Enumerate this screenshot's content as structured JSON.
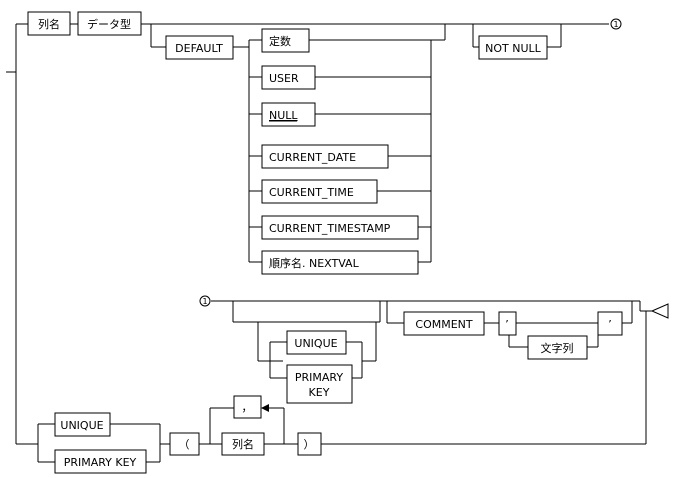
{
  "diagram": {
    "boxes": {
      "column_name": "列名",
      "data_type": "データ型",
      "default": "DEFAULT",
      "constant": "定数",
      "user": "USER",
      "null": "NULL",
      "current_date": "CURRENT_DATE",
      "current_time": "CURRENT_TIME",
      "current_timestamp": "CURRENT_TIMESTAMP",
      "sequence_nextval": "順序名. NEXTVAL",
      "not_null": "NOT NULL",
      "unique_inline": "UNIQUE",
      "primary_key_inline_line1": "PRIMARY",
      "primary_key_inline_line2": "KEY",
      "comment": "COMMENT",
      "quote_open": "’",
      "string_literal": "文字列",
      "quote_close": "’",
      "unique_table": "UNIQUE",
      "primary_key_table": "PRIMARY  KEY",
      "paren_open": "（",
      "column_name_repeat": "列名",
      "comma": "，",
      "paren_close": "）"
    },
    "markers": {
      "continuation_end": "1",
      "continuation_start": "1"
    }
  }
}
